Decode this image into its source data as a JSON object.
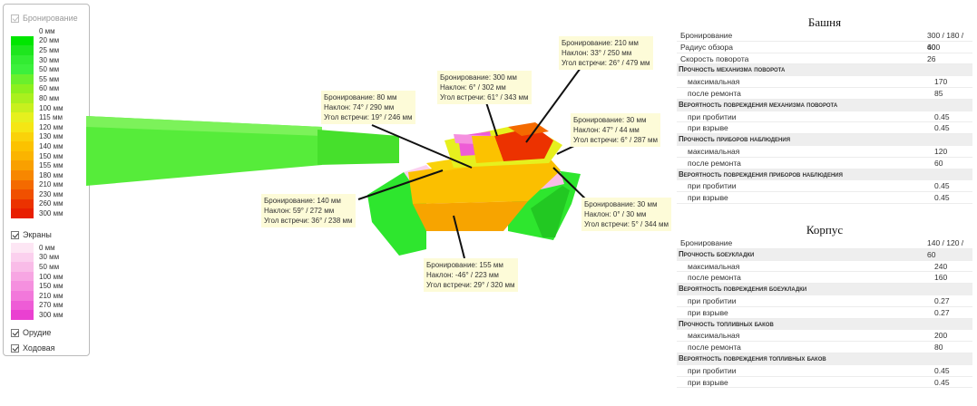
{
  "legend": {
    "armor_toggle": {
      "label": "Бронирование",
      "checked": true,
      "enabled": false
    },
    "armor_scale": [
      {
        "value": "0 мм",
        "color": "#ffffff"
      },
      {
        "value": "20 мм",
        "color": "#00e600"
      },
      {
        "value": "25 мм",
        "color": "#1ee61e"
      },
      {
        "value": "30 мм",
        "color": "#32ec32"
      },
      {
        "value": "50 мм",
        "color": "#3cf03c"
      },
      {
        "value": "55 мм",
        "color": "#6af02c"
      },
      {
        "value": "60 мм",
        "color": "#8cf01e"
      },
      {
        "value": "80 мм",
        "color": "#aaf01e"
      },
      {
        "value": "100 мм",
        "color": "#c8f01e"
      },
      {
        "value": "115 мм",
        "color": "#e6f01e"
      },
      {
        "value": "120 мм",
        "color": "#f5e614"
      },
      {
        "value": "130 мм",
        "color": "#fad20a"
      },
      {
        "value": "140 мм",
        "color": "#fcc200"
      },
      {
        "value": "150 мм",
        "color": "#fbb400"
      },
      {
        "value": "155 мм",
        "color": "#f9a000"
      },
      {
        "value": "180 мм",
        "color": "#f78700"
      },
      {
        "value": "210 мм",
        "color": "#f46a00"
      },
      {
        "value": "230 мм",
        "color": "#f05000"
      },
      {
        "value": "260 мм",
        "color": "#ec3200"
      },
      {
        "value": "300 мм",
        "color": "#e81e00"
      }
    ],
    "screens_toggle": {
      "label": "Экраны",
      "checked": true
    },
    "screens_scale": [
      {
        "value": "0 мм",
        "color": "#fde6f4"
      },
      {
        "value": "30 мм",
        "color": "#fbd0ee"
      },
      {
        "value": "50 мм",
        "color": "#f9bce8"
      },
      {
        "value": "100 мм",
        "color": "#f7a6e3"
      },
      {
        "value": "150 мм",
        "color": "#f590df"
      },
      {
        "value": "210 мм",
        "color": "#f278db"
      },
      {
        "value": "270 мм",
        "color": "#ee5cd6"
      },
      {
        "value": "300 мм",
        "color": "#ea40d1"
      }
    ],
    "gun_toggle": {
      "label": "Орудие",
      "checked": true
    },
    "tracks_toggle": {
      "label": "Ходовая",
      "checked": true
    }
  },
  "callouts": [
    {
      "armor": "Бронирование: 210 мм",
      "slope": "Наклон: 33° / 250 мм",
      "angle": "Угол встречи: 26° / 479 мм"
    },
    {
      "armor": "Бронирование: 300 мм",
      "slope": "Наклон: 6° / 302 мм",
      "angle": "Угол встречи: 61° / 343 мм"
    },
    {
      "armor": "Бронирование: 80 мм",
      "slope": "Наклон: 74° / 290 мм",
      "angle": "Угол встречи: 19° / 246 мм"
    },
    {
      "armor": "Бронирование: 30 мм",
      "slope": "Наклон: 47° / 44 мм",
      "angle": "Угол встречи: 6° / 287 мм"
    },
    {
      "armor": "Бронирование: 140 мм",
      "slope": "Наклон: 59° / 272 мм",
      "angle": "Угол встречи: 36° / 238 мм"
    },
    {
      "armor": "Бронирование: 30 мм",
      "slope": "Наклон: 0° / 30 мм",
      "angle": "Угол встречи: 5° / 344 мм"
    },
    {
      "armor": "Бронирование: 155 мм",
      "slope": "Наклон: -46° / 223 мм",
      "angle": "Угол встречи: 29° / 320 мм"
    }
  ],
  "turret": {
    "title": "Башня",
    "rows": [
      {
        "kind": "row",
        "label": "Бронирование",
        "value": "300 / 180 / 60"
      },
      {
        "kind": "row",
        "label": "Радиус обзора",
        "value": "400"
      },
      {
        "kind": "row",
        "label": "Скорость поворота",
        "value": "26"
      },
      {
        "kind": "group",
        "label": "Прочность механизма поворота"
      },
      {
        "kind": "sub",
        "label": "максимальная",
        "value": "170"
      },
      {
        "kind": "sub",
        "label": "после ремонта",
        "value": "85"
      },
      {
        "kind": "group",
        "label": "Вероятность повреждения механизма поворота"
      },
      {
        "kind": "sub",
        "label": "при пробитии",
        "value": "0.45"
      },
      {
        "kind": "sub",
        "label": "при взрыве",
        "value": "0.45"
      },
      {
        "kind": "group",
        "label": "Прочность приборов наблюдения"
      },
      {
        "kind": "sub",
        "label": "максимальная",
        "value": "120"
      },
      {
        "kind": "sub",
        "label": "после ремонта",
        "value": "60"
      },
      {
        "kind": "group",
        "label": "Вероятность повреждения приборов наблюдения"
      },
      {
        "kind": "sub",
        "label": "при пробитии",
        "value": "0.45"
      },
      {
        "kind": "sub",
        "label": "при взрыве",
        "value": "0.45"
      }
    ]
  },
  "hull": {
    "title": "Корпус",
    "rows": [
      {
        "kind": "row",
        "label": "Бронирование",
        "value": "140 / 120 / 60"
      },
      {
        "kind": "group",
        "label": "Прочность боеукладки"
      },
      {
        "kind": "sub",
        "label": "максимальная",
        "value": "240"
      },
      {
        "kind": "sub",
        "label": "после ремонта",
        "value": "160"
      },
      {
        "kind": "group",
        "label": "Вероятность повреждения боеукладки"
      },
      {
        "kind": "sub",
        "label": "при пробитии",
        "value": "0.27"
      },
      {
        "kind": "sub",
        "label": "при взрыве",
        "value": "0.27"
      },
      {
        "kind": "group",
        "label": "Прочность топливных баков"
      },
      {
        "kind": "sub",
        "label": "максимальная",
        "value": "200"
      },
      {
        "kind": "sub",
        "label": "после ремонта",
        "value": "80"
      },
      {
        "kind": "group",
        "label": "Вероятность повреждения топливных баков"
      },
      {
        "kind": "sub",
        "label": "при пробитии",
        "value": "0.45"
      },
      {
        "kind": "sub",
        "label": "при взрыве",
        "value": "0.45"
      }
    ]
  }
}
